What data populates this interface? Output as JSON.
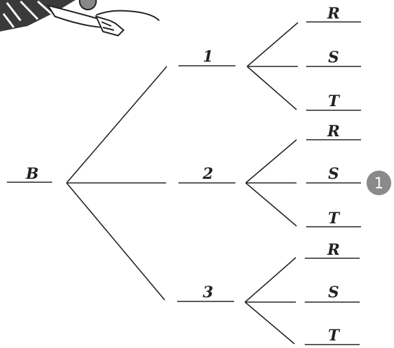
{
  "tree": {
    "root": {
      "label": "B"
    },
    "branches": [
      {
        "label": "1",
        "outcomes": [
          "R",
          "S",
          "T"
        ]
      },
      {
        "label": "2",
        "outcomes": [
          "R",
          "S",
          "T"
        ]
      },
      {
        "label": "3",
        "outcomes": [
          "R",
          "S",
          "T"
        ]
      }
    ]
  },
  "callout": {
    "label": "1"
  },
  "illustration": {
    "description_icon": "hand-holding-object-icon"
  },
  "colors": {
    "ink": "#222222",
    "badge": "#8a8a8a",
    "illustration_dark": "#3a3a3a"
  }
}
